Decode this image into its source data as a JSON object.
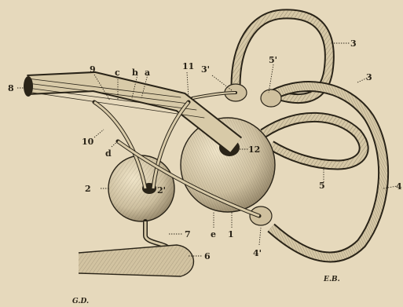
{
  "labels": {
    "l8": "8",
    "l9": "9",
    "lc": "c",
    "lb": "b",
    "la": "a",
    "l11": "11",
    "l3p": "3'",
    "l5p": "5'",
    "l3": "3",
    "l3b": "3",
    "l4": "4",
    "l10": "10",
    "ld": "d",
    "l12": "12",
    "l5": "5",
    "l2": "2",
    "l2p": "2'",
    "le": "e",
    "l1": "1",
    "l7": "7",
    "l6": "6",
    "l4p": "4'"
  },
  "signatures": {
    "left": "G.D.",
    "right": "E.B."
  },
  "colors": {
    "paper": "#e6d9bc",
    "ink": "#2a2418"
  }
}
